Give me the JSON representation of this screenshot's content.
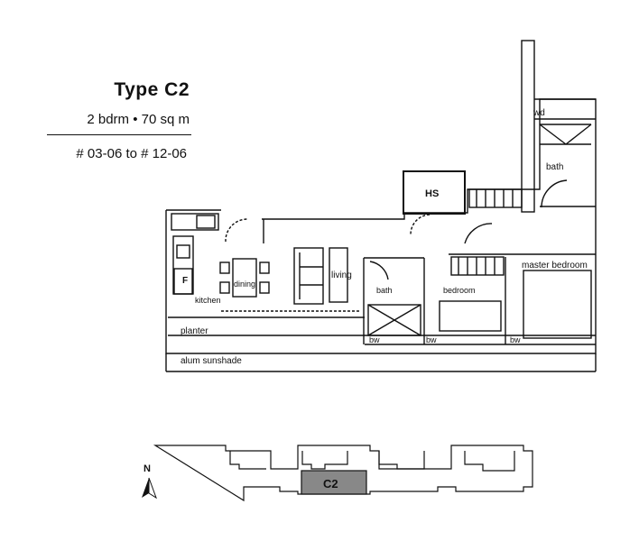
{
  "header": {
    "type_title": "Type C2",
    "unit_spec": "2 bdrm • 70 sq m",
    "unit_range": "# 03-06 to # 12-06"
  },
  "floorplan": {
    "rooms": {
      "hs": "HS",
      "bath": "bath",
      "wd": "wd",
      "master_bedroom": "master bedroom",
      "living": "living",
      "dining": "dining",
      "kitchen": "kitchen",
      "fridge": "F",
      "bath2": "bath",
      "bedroom": "bedroom",
      "planter": "planter",
      "alum_sunshade": "alum sunshade",
      "bw1": "bw",
      "bw2": "bw",
      "bw3": "bw"
    }
  },
  "key_plan": {
    "unit_label": "C2",
    "north_label": "N"
  }
}
